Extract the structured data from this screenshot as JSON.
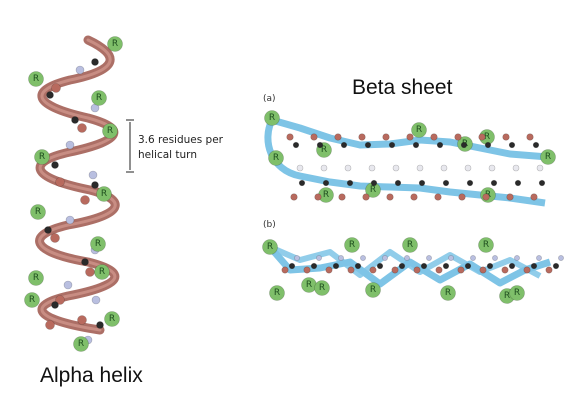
{
  "titles": {
    "beta": "Beta sheet",
    "alpha": "Alpha helix"
  },
  "annotation": {
    "line1": "3.6 residues per",
    "line2": "helical turn"
  },
  "panels": {
    "a": "(a)",
    "b": "(b)"
  },
  "residue_label": "R",
  "colors": {
    "helix_ribbon": "#a8675e",
    "sheet_ribbon": "#7ec4e6",
    "r_group": "#7fbf6a",
    "oxygen": "#b86a5e",
    "nitrogen": "#b9bfe0",
    "hydrogen": "#e8e8ee",
    "carbon": "#2a2a2a"
  }
}
